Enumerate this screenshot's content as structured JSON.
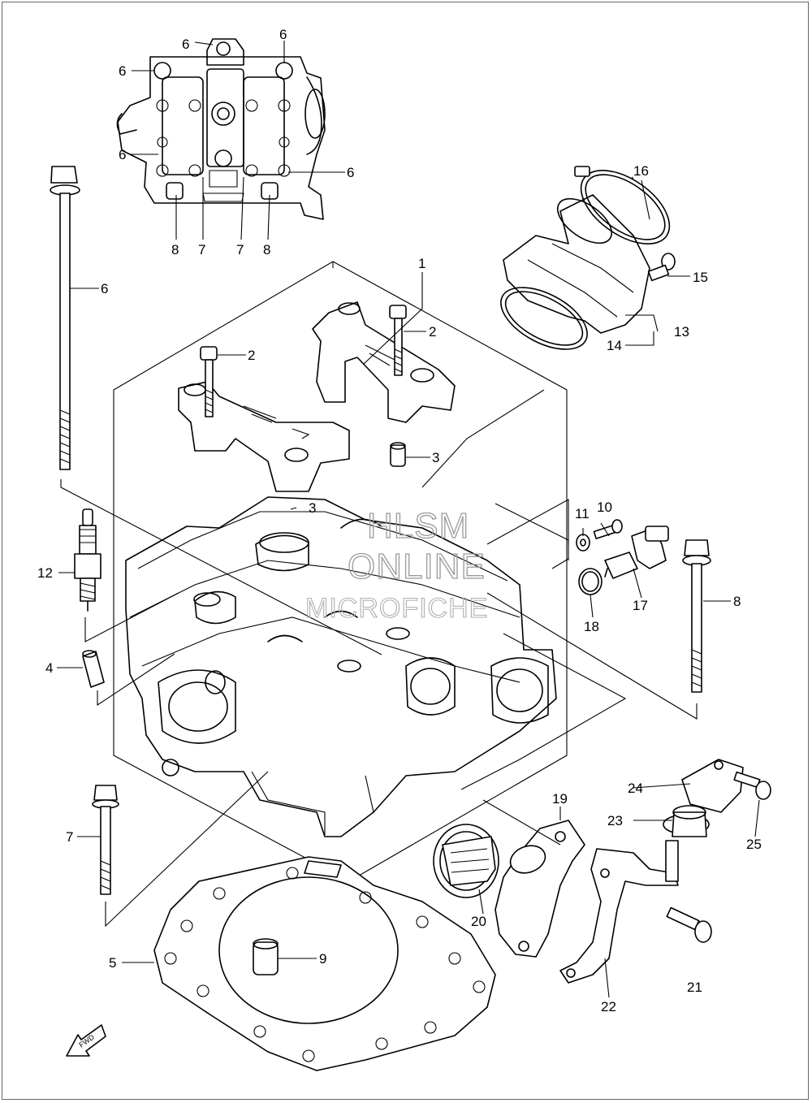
{
  "watermark": {
    "line1": "HLSM",
    "line2": "ONLINE",
    "line3": "MICROFICHE"
  },
  "direction_arrow": {
    "label": "FWD"
  },
  "callouts": {
    "c1": "1",
    "c2a": "2",
    "c2b": "2",
    "c3a": "3",
    "c3b": "3",
    "c4": "4",
    "c5": "5",
    "c6_top_left": "6",
    "c6_top_right": "6",
    "c6_left": "6",
    "c6_left2": "6",
    "c6_right": "6",
    "c6_bolt": "6",
    "c7_left": "7",
    "c7_mid": "7",
    "c7_bolt": "7",
    "c8_left": "8",
    "c8_right": "8",
    "c8_bolt": "8",
    "c9": "9",
    "c10": "10",
    "c11": "11",
    "c12": "12",
    "c13": "13",
    "c14": "14",
    "c15": "15",
    "c16": "16",
    "c17": "17",
    "c18": "18",
    "c19": "19",
    "c20": "20",
    "c21": "21",
    "c22": "22",
    "c23": "23",
    "c24": "24",
    "c25": "25"
  }
}
